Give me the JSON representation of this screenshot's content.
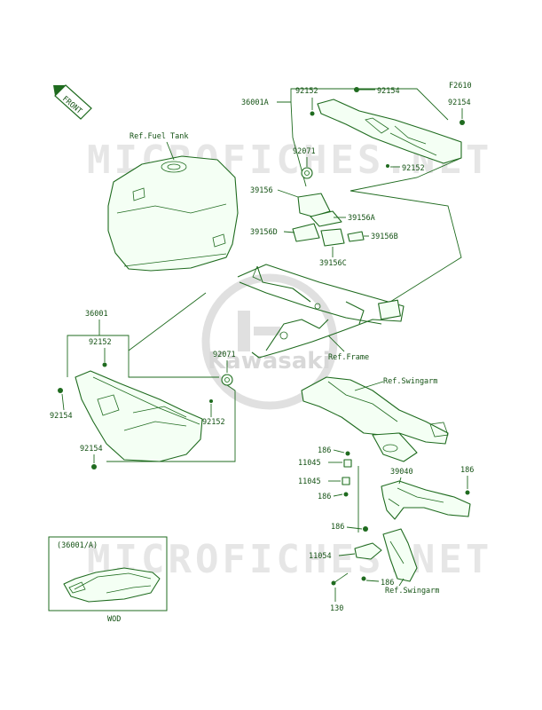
{
  "diagram_code": "F2610",
  "front_label": "FRONT",
  "watermark_text": "MICROFICHES.NET",
  "logo_text": "Kawasaki",
  "refs": {
    "fuel_tank": "Ref.Fuel Tank",
    "frame": "Ref.Frame",
    "swingarm_1": "Ref.Swingarm",
    "swingarm_2": "Ref.Swingarm"
  },
  "inset": {
    "title": "(36001/A)",
    "note": "WOD"
  },
  "parts": {
    "p36001A": "36001A",
    "p92152_top": "92152",
    "p92154_top": "92154",
    "p92154_right": "92154",
    "p92071_top": "92071",
    "p92152_mid": "92152",
    "p39156": "39156",
    "p39156A": "39156A",
    "p39156D": "39156D",
    "p39156B": "39156B",
    "p39156C": "39156C",
    "p36001": "36001",
    "p92152_left": "92152",
    "p92154_left1": "92154",
    "p92071_left": "92071",
    "p92152_lower": "92152",
    "p92154_left2": "92154",
    "p186_a": "186",
    "p11045_a": "11045",
    "p11045_b": "11045",
    "p186_b": "186",
    "p39040": "39040",
    "p186_c": "186",
    "p186_d": "186",
    "p11054": "11054",
    "p186_e": "186",
    "p130": "130"
  },
  "colors": {
    "line": "#1f6b1f",
    "text": "#145214",
    "watermark": "#e6e6e6"
  }
}
